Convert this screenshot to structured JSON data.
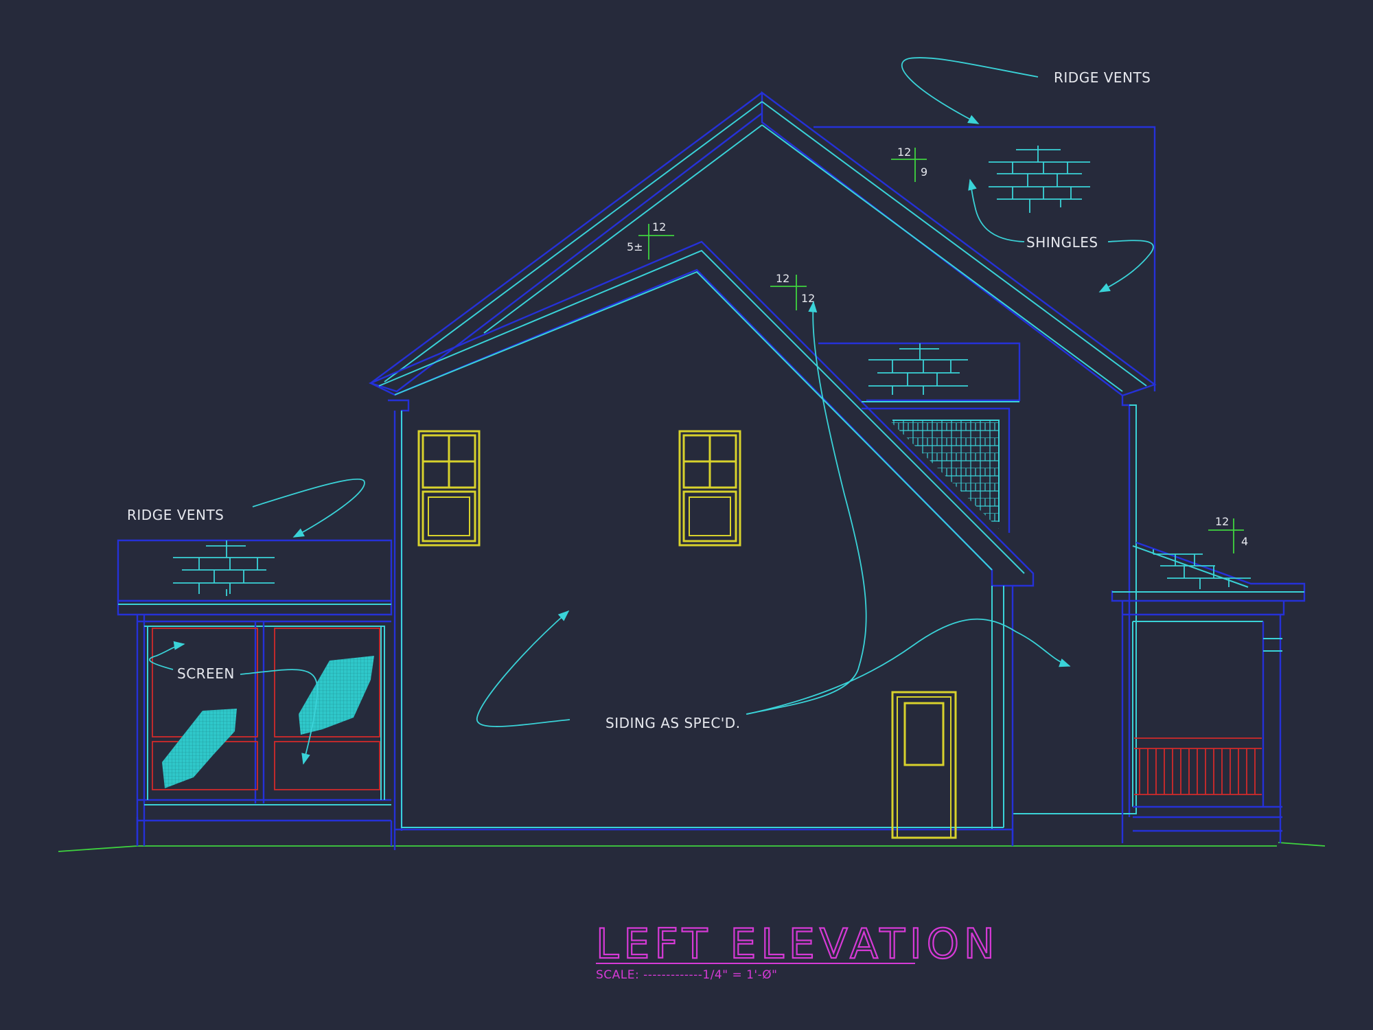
{
  "drawing": {
    "title": "LEFT ELEVATION",
    "scale_text": "SCALE: -------------1/4\" = 1'-Ø\""
  },
  "annotations": {
    "ridge_vents_right": "RIDGE VENTS",
    "ridge_vents_left": "RIDGE VENTS",
    "shingles": "SHINGLES",
    "screen": "SCREEN",
    "siding": "SIDING AS SPEC'D."
  },
  "pitches": {
    "main_roof": {
      "run": "12",
      "rise": "9"
    },
    "upper_gable": {
      "run": "12",
      "rise": "5±"
    },
    "cross_gable": {
      "run": "12",
      "rise": "12"
    },
    "porch_roof": {
      "run": "12",
      "rise": "4"
    }
  },
  "colors": {
    "background": "#262a3b",
    "outline_blue": "#2531d8",
    "trim_cyan": "#3ad3d8",
    "window_yellow": "#d8d22c",
    "title_magenta": "#d63ad6",
    "slope_green": "#3fd43f",
    "screen_red": "#d12b2b"
  }
}
